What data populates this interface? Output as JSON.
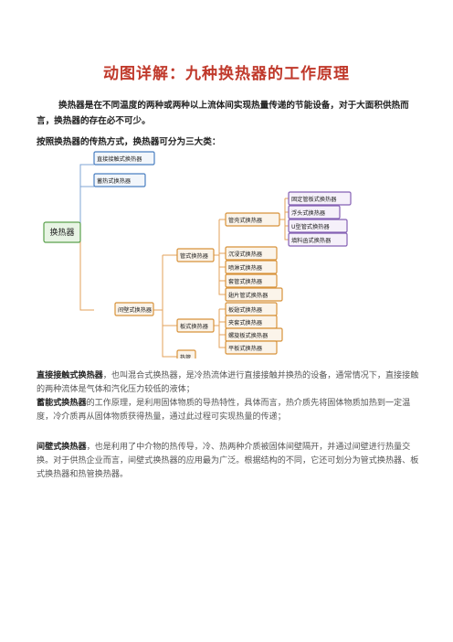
{
  "title": "动图详解：九种换热器的工作原理",
  "intro": "换热器是在不同温度的两种或两种以上流体间实现热量传递的节能设备，对于大面积供热而言，换热器的存在必不可少。",
  "subhead": "按照换热器的传热方式，换热器可分为三大类：",
  "diagram": {
    "root": "换热器",
    "direct": "直接接触式换热器",
    "regen": "蓄热式换热器",
    "indirect": "间壁式换热器",
    "tube": "管式换热器",
    "shell": "管壳式换热器",
    "plate": "板式换热器",
    "heatpipe": "热管",
    "shell_items": [
      "固定管板式换热器",
      "浮头式换热器",
      "U型管式换热器",
      "填料函式换热器"
    ],
    "tube_items": [
      "沉浸式换热器",
      "喷淋式换热器",
      "套管式换热器",
      "翅片管式换热器"
    ],
    "plate_items": [
      "板翅式换热器",
      "夹套式换热器",
      "螺旋板式换热器",
      "平板式换热器"
    ]
  },
  "p1": {
    "t1": "直接接触式换热器",
    "d1": "，也叫混合式换热器，是冷热流体进行直接接触并换热的设备，通常情况下，直接接触的两种流体是气体和汽化压力较低的液体；",
    "t2": "蓄能式换热器",
    "d2": "的工作原理，是利用固体物质的导热特性，具体而言，热介质先将固体物质加热到一定温度，冷介质再从固体物质获得热量，通过此过程可实现热量的传递；"
  },
  "p2": {
    "t": "间壁式换热器",
    "d": "，也是利用了中介物的热传导，冷、热两种介质被固体间壁隔开，并通过间壁进行热量交换。对于供热企业而言，间壁式换热器的应用最为广泛。根据结构的不同，它还可划分为管式换热器、板式换热器和热管换热器。"
  }
}
